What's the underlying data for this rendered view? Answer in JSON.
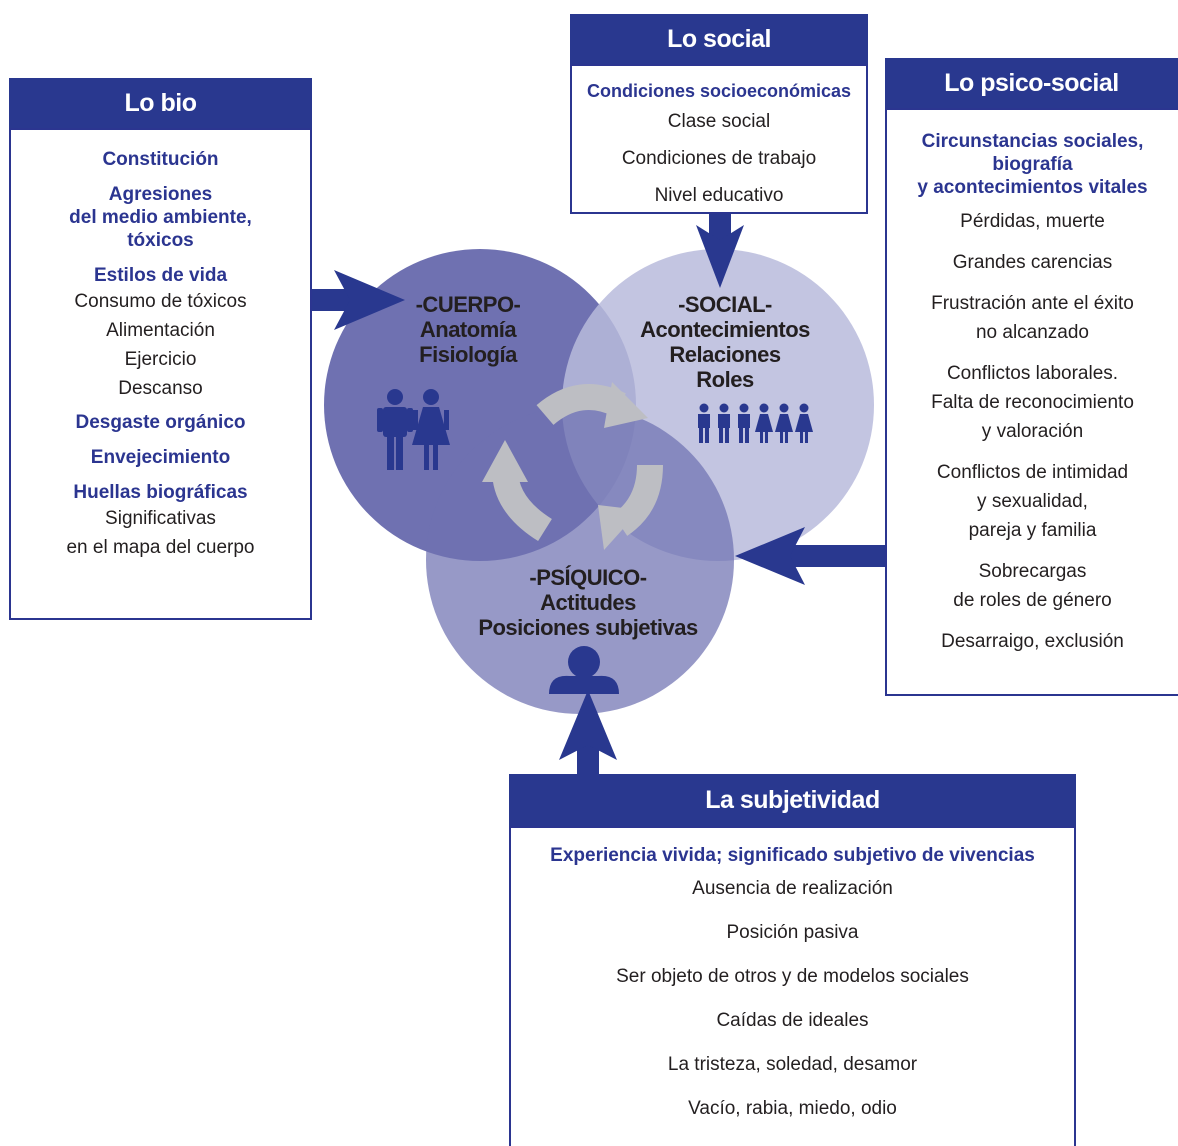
{
  "lo_bio": {
    "title": "Lo bio",
    "constitucion": "Constitución",
    "agresiones": [
      "Agresiones",
      "del medio ambiente,",
      "tóxicos"
    ],
    "estilos": "Estilos de vida",
    "estilos_items": [
      "Consumo de tóxicos",
      "Alimentación",
      "Ejercicio",
      "Descanso"
    ],
    "desgaste": "Desgaste orgánico",
    "envejecimiento": "Envejecimiento",
    "huellas": "Huellas biográficas",
    "huellas_items": [
      "Significativas",
      "en el mapa del cuerpo"
    ]
  },
  "lo_social": {
    "title": "Lo social",
    "heading": "Condiciones socioeconómicas",
    "items": [
      "Clase social",
      "Condiciones de trabajo",
      "Nivel educativo"
    ]
  },
  "lo_psico": {
    "title": "Lo psico-social",
    "heading": [
      "Circunstancias sociales,",
      "biografía",
      "y acontecimientos vitales"
    ],
    "items": [
      [
        "Pérdidas, muerte"
      ],
      [
        "Grandes carencias"
      ],
      [
        "Frustración ante el éxito",
        "no alcanzado"
      ],
      [
        "Conflictos laborales.",
        "Falta de reconocimiento",
        "y valoración"
      ],
      [
        "Conflictos de intimidad",
        "y sexualidad,",
        "pareja y familia"
      ],
      [
        "Sobrecargas",
        "de roles de género"
      ],
      [
        "Desarraigo, exclusión"
      ]
    ]
  },
  "subjetividad": {
    "title": "La subjetividad",
    "heading": "Experiencia vivida; significado subjetivo de vivencias",
    "items": [
      "Ausencia de realización",
      "Posición pasiva",
      "Ser objeto de otros y de modelos sociales",
      "Caídas de ideales",
      "La tristeza, soledad, desamor",
      "Vacío, rabia, miedo, odio"
    ]
  },
  "circles": {
    "cuerpo": [
      "-CUERPO-",
      "Anatomía",
      "Fisiología"
    ],
    "social": [
      "-SOCIAL-",
      "Acontecimientos",
      "Relaciones",
      "Roles"
    ],
    "psiquico": [
      "-PSÍQUICO-",
      "Actitudes",
      "Posiciones subjetivas"
    ]
  },
  "colors": {
    "navy": "#29388f",
    "circle_cuerpo": "#5f62a8",
    "circle_social": "#c4c5e2",
    "circle_psiquico": "#8889bf",
    "cycle_arrows": "#bdbec3"
  },
  "icons": [
    "man-icon",
    "woman-icon",
    "people-group-icon",
    "person-user-icon",
    "cycle-arrows-icon"
  ]
}
